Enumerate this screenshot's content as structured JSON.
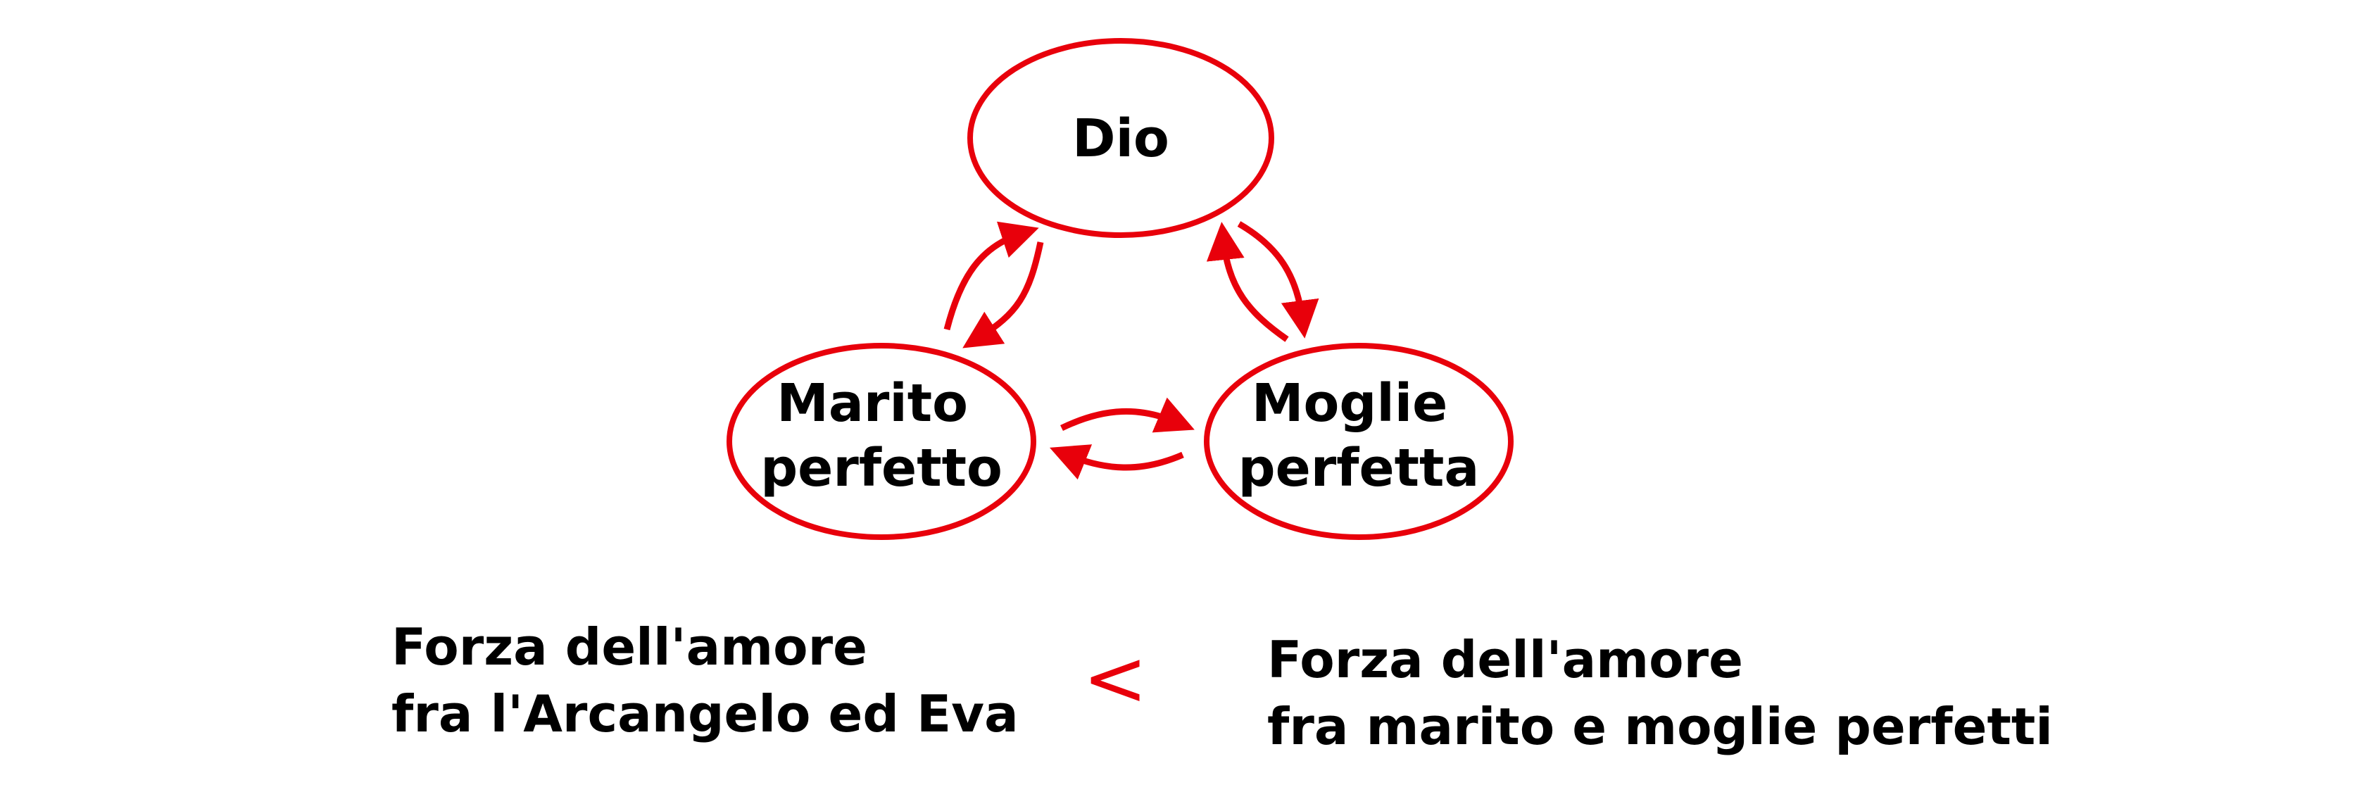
{
  "colors": {
    "accent": "#e8000b",
    "text": "#000000",
    "background": "#ffffff"
  },
  "nodes": {
    "dio": {
      "lines": [
        "Dio"
      ]
    },
    "marito": {
      "lines": [
        "Marito",
        "perfetto"
      ]
    },
    "moglie": {
      "lines": [
        "Moglie",
        "perfetta"
      ]
    }
  },
  "captions": {
    "left": [
      "Forza dell'amore",
      "fra l'Arcangelo ed Eva"
    ],
    "comparison": "<",
    "right": [
      "Forza dell'amore",
      "fra marito e moglie perfetti"
    ]
  }
}
